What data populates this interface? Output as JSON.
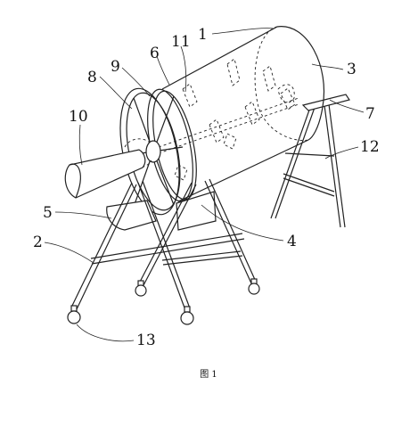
{
  "labels": {
    "l1": "1",
    "l3": "3",
    "l6": "6",
    "l11": "11",
    "l8": "8",
    "l9": "9",
    "l7": "7",
    "l10": "10",
    "l12": "12",
    "l5": "5",
    "l4": "4",
    "l2": "2",
    "l13": "13"
  },
  "caption": "图 1"
}
